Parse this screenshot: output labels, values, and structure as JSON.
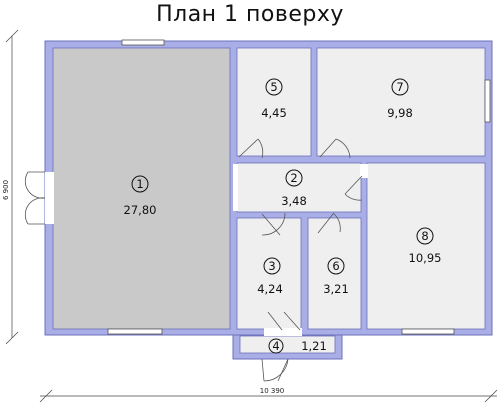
{
  "title": "План 1 поверху",
  "dimensions": {
    "width_label": "10 390",
    "height_label": "6 900"
  },
  "rooms": [
    {
      "number": "1",
      "area": "27,80"
    },
    {
      "number": "2",
      "area": "3,48"
    },
    {
      "number": "3",
      "area": "4,24"
    },
    {
      "number": "4",
      "area": "1,21"
    },
    {
      "number": "5",
      "area": "4,45"
    },
    {
      "number": "6",
      "area": "3,21"
    },
    {
      "number": "7",
      "area": "9,98"
    },
    {
      "number": "8",
      "area": "10,95"
    }
  ],
  "colors": {
    "wall": "#a9aee6",
    "wall_edge": "#6b70b8",
    "room1_fill": "#c9c9c9",
    "room_fill": "#efefef"
  }
}
